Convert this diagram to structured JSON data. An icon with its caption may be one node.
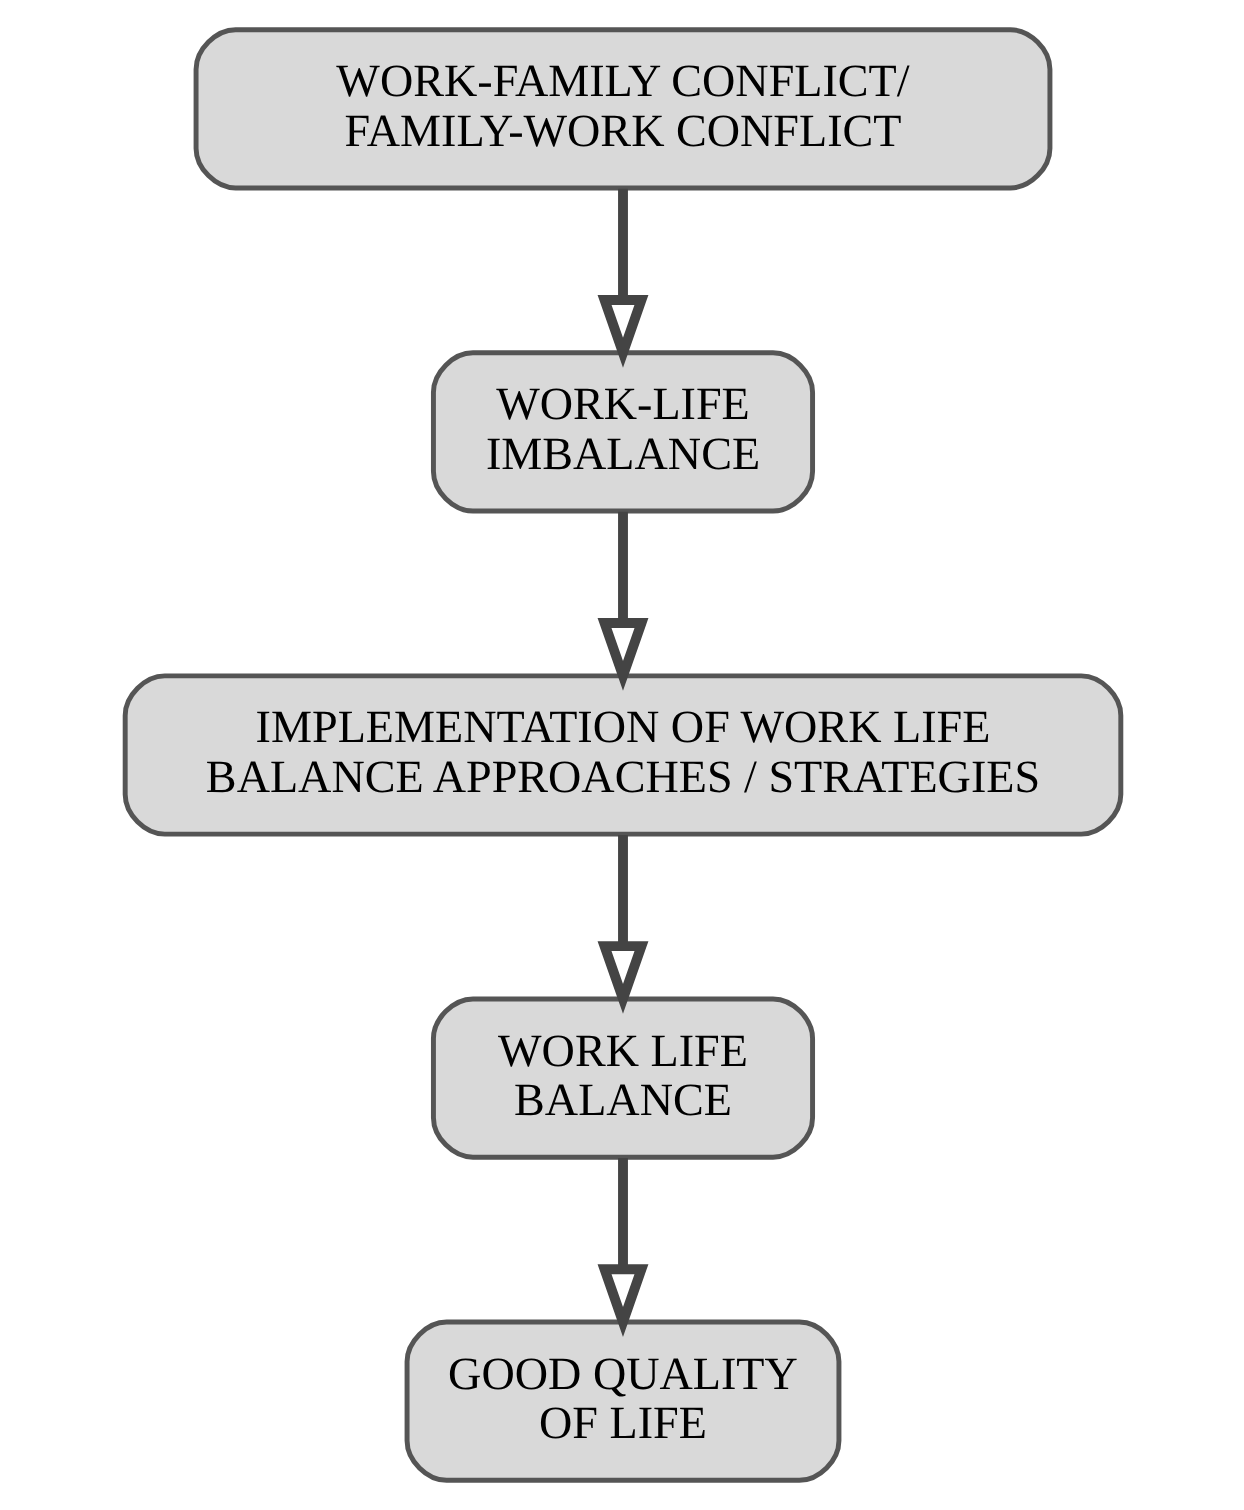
{
  "diagram": {
    "nodes": [
      {
        "text": [
          "WORK-FAMILY CONFLICT/ FAMILY-WORK CONFLICT"
        ]
      },
      {
        "text": [
          "WORK-LIFE IMBALANCE"
        ]
      },
      {
        "text": [
          "IMPLEMENTATION OF WORK LIFE BALANCE APPROACHES / STRATEGIES"
        ]
      },
      {
        "text": [
          "WORK LIFE BALANCE"
        ]
      },
      {
        "text": [
          "GOOD QUALITY OF LIFE"
        ]
      }
    ],
    "edges": [
      {
        "from": 0,
        "to": 1,
        "arrow": "to"
      },
      {
        "from": 1,
        "to": 2,
        "arrow": "to"
      },
      {
        "from": 2,
        "to": 3,
        "arrow": "to"
      },
      {
        "from": 3,
        "to": 4,
        "arrow": "to"
      }
    ]
  }
}
